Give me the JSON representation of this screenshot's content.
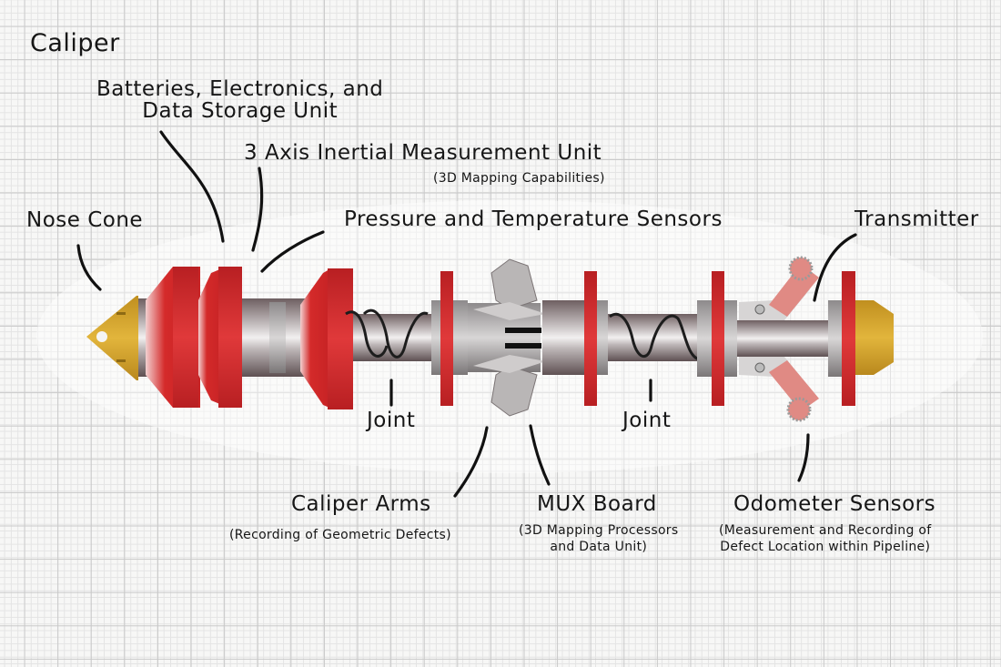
{
  "title": "Caliper",
  "labels": {
    "batteries": {
      "line1": "Batteries, Electronics, and",
      "line2": "Data Storage Unit"
    },
    "imu": {
      "title": "3 Axis Inertial Measurement Unit",
      "subtitle": "(3D Mapping Capabilities)"
    },
    "nose_cone": "Nose Cone",
    "pressure": "Pressure and Temperature Sensors",
    "transmitter": "Transmitter",
    "joint_1": "Joint",
    "joint_2": "Joint",
    "caliper_arms": {
      "title": "Caliper Arms",
      "subtitle": "(Recording of Geometric Defects)"
    },
    "mux_board": {
      "title": "MUX Board",
      "subtitle_line1": "(3D Mapping Processors",
      "subtitle_line2": "and Data Unit)"
    },
    "odometer": {
      "title": "Odometer Sensors",
      "subtitle_line1": "(Measurement and Recording of",
      "subtitle_line2": "Defect Location within Pipeline)"
    }
  },
  "colors": {
    "cup_red": "#d42a2a",
    "nose_yellow": "#d9a72c",
    "steel": "#9a8f90",
    "odometer_pink": "#e08a84",
    "ink": "#161616",
    "grid_major": "#c9c9c9",
    "grid_minor": "#e4e4e4"
  }
}
